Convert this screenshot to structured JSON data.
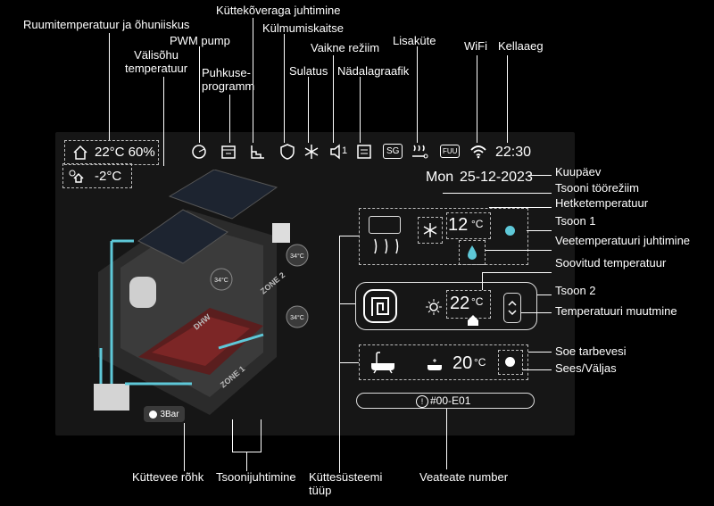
{
  "callouts": {
    "room_temp_humidity": "Ruumitemperatuur ja õhuniiskus",
    "pwm_pump": "PWM pump",
    "heating_curve": "Küttekõveraga juhtimine",
    "frost_protection": "Külmumiskaitse",
    "outdoor_temp": "Välisõhu\ntemperatuur",
    "vacation_program": "Puhkuse-\nprogramm",
    "defrost": "Sulatus",
    "silent_mode": "Vaikne režiim",
    "weekly_schedule": "Nädalagraafik",
    "extra_heater": "Lisaküte",
    "wifi": "WiFi",
    "clock": "Kellaaeg",
    "date": "Kuupäev",
    "zone_mode": "Tsooni töörežiim",
    "current_temp": "Hetketemperatuur",
    "zone1": "Tsoon 1",
    "water_temp_control": "Veetemperatuuri juhtimine",
    "desired_temp": "Soovitud temperatuur",
    "zone2": "Tsoon 2",
    "temp_change": "Temperatuuri muutmine",
    "dhw": "Soe tarbevesi",
    "on_off": "Sees/Väljas",
    "heating_pressure": "Küttevee rõhk",
    "zone_control": "Tsoonijuhtimine",
    "heating_system_type": "Küttesüsteemi\ntüüp",
    "error_code_number": "Veateate number"
  },
  "screen": {
    "room_reading": "22°C 60%",
    "outdoor_reading": "-2°C",
    "silent_level": "1",
    "sg_label": "SG",
    "fuu_label": "FUU",
    "time": "22:30",
    "day": "Mon",
    "date": "25-12-2023",
    "zone1_temp": "12",
    "zone1_unit": "°C",
    "zone2_temp": "22",
    "zone2_unit": "°C",
    "dhw_temp": "20",
    "dhw_unit": "°C",
    "error_code": "#00-E01",
    "pressure": "3Bar",
    "house_temp_top": "34°C",
    "house_temp_mid": "34°C",
    "house_temp_right": "34°C",
    "zone_label_2": "ZONE 2",
    "zone_label_1": "ZONE 1",
    "dhw_label": "DHW"
  },
  "icons": [
    "home-icon",
    "pump-icon",
    "calendar-icon",
    "heating-curve-icon",
    "shield-icon",
    "snowflake-icon",
    "speaker-icon",
    "schedule-icon",
    "sg-icon",
    "extra-heater-icon",
    "fuu-icon",
    "wifi-icon",
    "bath-icon",
    "drop-icon",
    "sun-icon"
  ]
}
